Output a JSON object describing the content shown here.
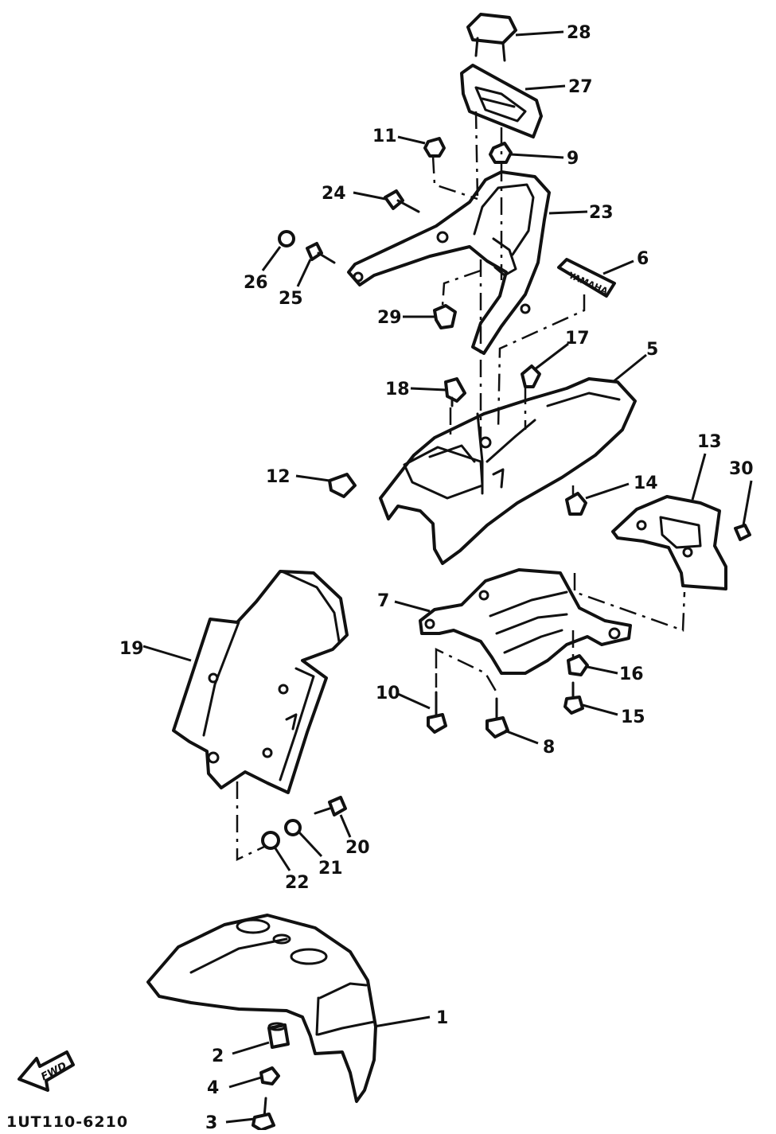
{
  "diagram": {
    "figure_code": "1UT110-6210",
    "direction_arrow_label": "FWD",
    "emblem_text": "YAMAHA",
    "part_numbers": {
      "p1": "1",
      "p2": "2",
      "p3": "3",
      "p4": "4",
      "p5": "5",
      "p6": "6",
      "p7": "7",
      "p8": "8",
      "p9": "9",
      "p10": "10",
      "p11": "11",
      "p12": "12",
      "p13": "13",
      "p14": "14",
      "p15": "15",
      "p16": "16",
      "p17": "17",
      "p18": "18",
      "p19": "19",
      "p20": "20",
      "p21": "21",
      "p22": "22",
      "p23": "23",
      "p24": "24",
      "p25": "25",
      "p26": "26",
      "p27": "27",
      "p28": "28",
      "p29": "29",
      "p30": "30"
    }
  }
}
